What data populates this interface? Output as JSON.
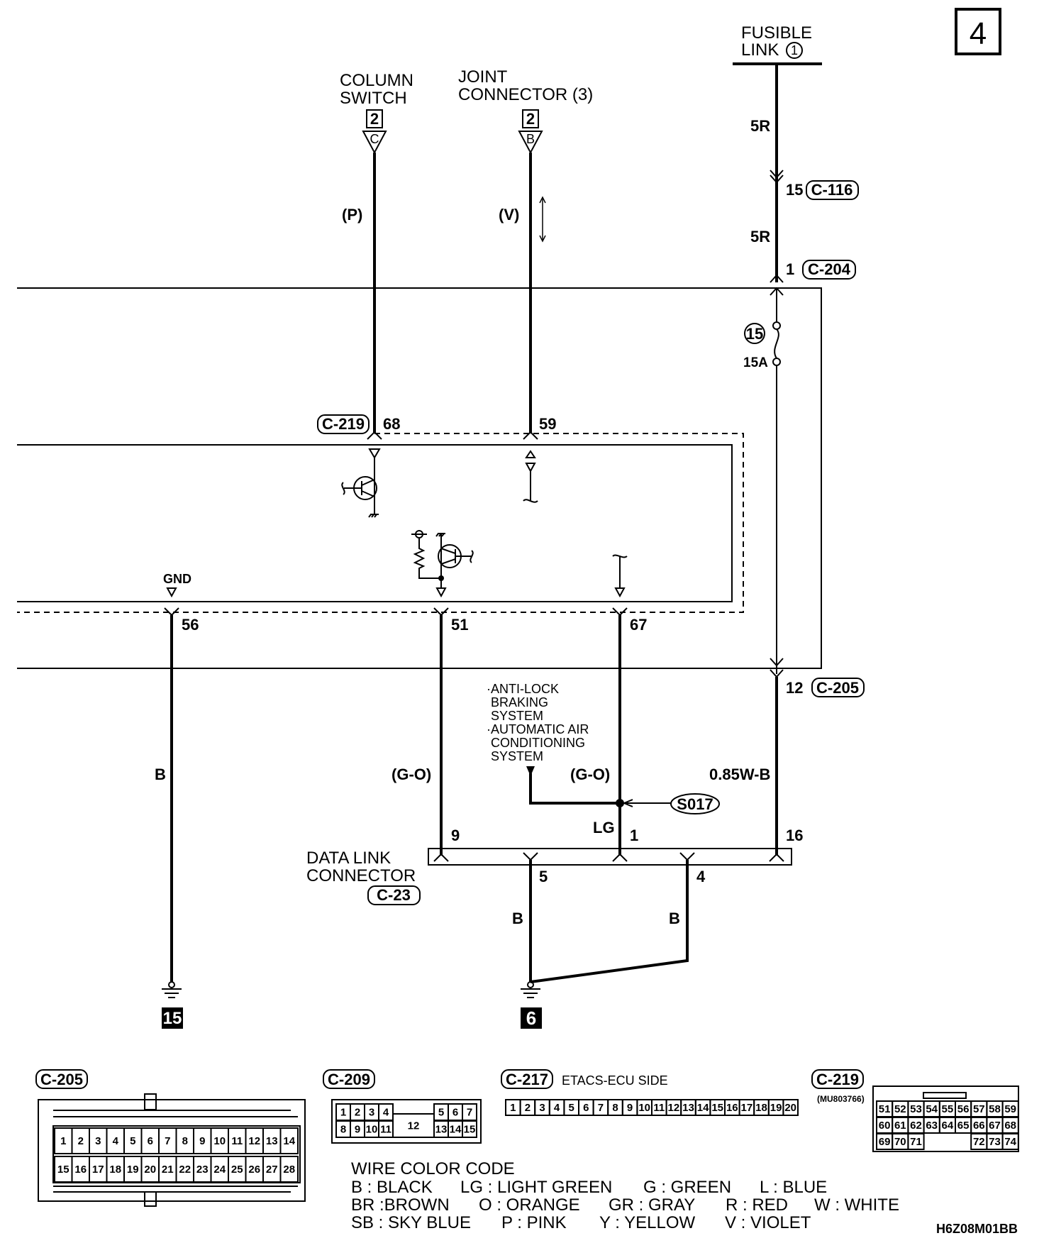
{
  "page_number": "4",
  "sources": {
    "fusible_link": {
      "line1": "FUSIBLE",
      "line2": "LINK",
      "num": "1"
    },
    "column_switch": {
      "line1": "COLUMN",
      "line2": "SWITCH",
      "ref": "2",
      "pin": "C"
    },
    "joint_connector": {
      "line1": "JOINT",
      "line2": "CONNECTOR (3)",
      "ref": "2",
      "pin": "B"
    }
  },
  "wires": {
    "p": "(P)",
    "v": "(V)",
    "r1": "5R",
    "r2": "5R",
    "b_gnd": "B",
    "go1": "(G-O)",
    "go2": "(G-O)",
    "wb": "0.85W-B",
    "lg": "LG",
    "b5": "B",
    "b4": "B"
  },
  "connectors": {
    "c116": {
      "pin": "15",
      "name": "C-116"
    },
    "c204": {
      "pin": "1",
      "name": "C-204"
    },
    "c219": {
      "name": "C-219",
      "pin68": "68",
      "pin59": "59"
    },
    "c205": {
      "pin": "12",
      "name": "C-205"
    },
    "ecu_pins": {
      "gnd_label": "GND",
      "p56": "56",
      "p51": "51",
      "p67": "67"
    },
    "dlc": {
      "line1": "DATA LINK",
      "line2": "CONNECTOR",
      "name": "C-23",
      "p9": "9",
      "p1": "1",
      "p16": "16",
      "p5": "5",
      "p4": "4"
    }
  },
  "fuse": {
    "num": "15",
    "rating": "15A"
  },
  "splice": {
    "name": "S017"
  },
  "systems_note": [
    "·ANTI-LOCK",
    "BRAKING",
    "SYSTEM",
    "·AUTOMATIC AIR",
    "CONDITIONING",
    "SYSTEM"
  ],
  "grounds": {
    "g15": "15",
    "g6": "6"
  },
  "connector_views": {
    "c205": {
      "name": "C-205",
      "row1": [
        "1",
        "2",
        "3",
        "4",
        "5",
        "6",
        "7",
        "8",
        "9",
        "10",
        "11",
        "12",
        "13",
        "14"
      ],
      "row2": [
        "15",
        "16",
        "17",
        "18",
        "19",
        "20",
        "21",
        "22",
        "23",
        "24",
        "25",
        "26",
        "27",
        "28"
      ]
    },
    "c209": {
      "name": "C-209",
      "row1_left": [
        "1",
        "2",
        "3",
        "4"
      ],
      "row1_right": [
        "5",
        "6",
        "7"
      ],
      "row2_left": [
        "8",
        "9",
        "10",
        "11"
      ],
      "row2_right": [
        "13",
        "14",
        "15"
      ],
      "center": "12"
    },
    "c217": {
      "name": "C-217",
      "note": "ETACS-ECU SIDE",
      "pins": [
        "1",
        "2",
        "3",
        "4",
        "5",
        "6",
        "7",
        "8",
        "9",
        "10",
        "11",
        "12",
        "13",
        "14",
        "15",
        "16",
        "17",
        "18",
        "19",
        "20"
      ]
    },
    "c219": {
      "name": "C-219",
      "part": "(MU803766)",
      "row1": [
        "51",
        "52",
        "53",
        "54",
        "55",
        "56",
        "57",
        "58",
        "59"
      ],
      "row2": [
        "60",
        "61",
        "62",
        "63",
        "64",
        "65",
        "66",
        "67",
        "68"
      ],
      "row3": [
        "69",
        "70",
        "71",
        "",
        "",
        "",
        "72",
        "73",
        "74"
      ]
    }
  },
  "color_code": {
    "title": "WIRE COLOR CODE",
    "rows": [
      [
        "B : BLACK",
        "LG : LIGHT GREEN",
        "G : GREEN",
        "L : BLUE"
      ],
      [
        "BR :BROWN",
        "O : ORANGE",
        "GR : GRAY",
        "R : RED",
        "W : WHITE"
      ],
      [
        "SB : SKY BLUE",
        "P : PINK",
        "Y : YELLOW",
        "V : VIOLET"
      ]
    ]
  },
  "figure_id": "H6Z08M01BB"
}
